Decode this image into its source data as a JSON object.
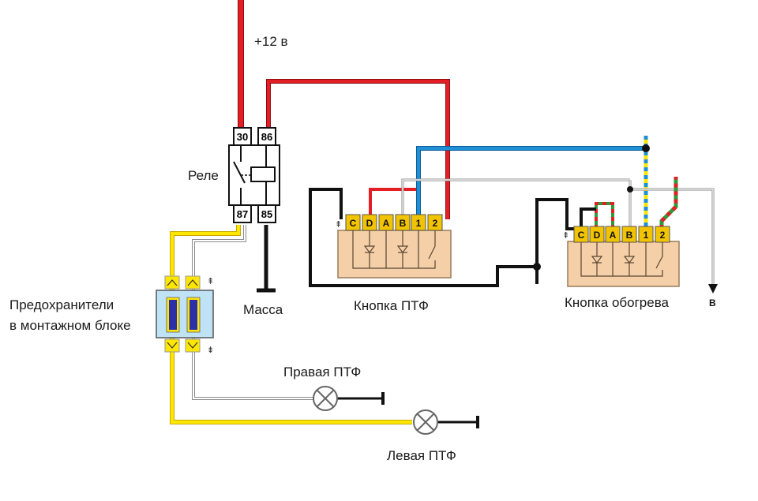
{
  "labels": {
    "supply": "+12 в",
    "relay": "Реле",
    "ground": "Масса",
    "fuses_line1": "Предохранители",
    "fuses_line2": "в монтажном блоке",
    "right_fog": "Правая ПТФ",
    "left_fog": "Левая ПТФ",
    "fog_button": "Кнопка ПТФ",
    "heater_button": "Кнопка обогрева",
    "out_b": "В"
  },
  "relay_pins": {
    "top_left": "30",
    "top_right": "86",
    "bottom_left": "87",
    "bottom_right": "85"
  },
  "fog_button_pins": [
    "C",
    "D",
    "A",
    "B",
    "1",
    "2"
  ],
  "heater_button_pins": [
    "C",
    "D",
    "A",
    "B",
    "1",
    "2"
  ],
  "wire_colors": {
    "red": "#e31e24",
    "blue": "#1f8fd6",
    "yellow": "#ffe600",
    "black": "#111111",
    "gray": "#bdbdbd",
    "green": "#2e9b3a"
  },
  "component_colors": {
    "button_body": "#f4cfa8",
    "pin_fill": "#f2c400",
    "fuse_block": "#bfe3f5",
    "fuse_element": "#2b2fa8"
  }
}
